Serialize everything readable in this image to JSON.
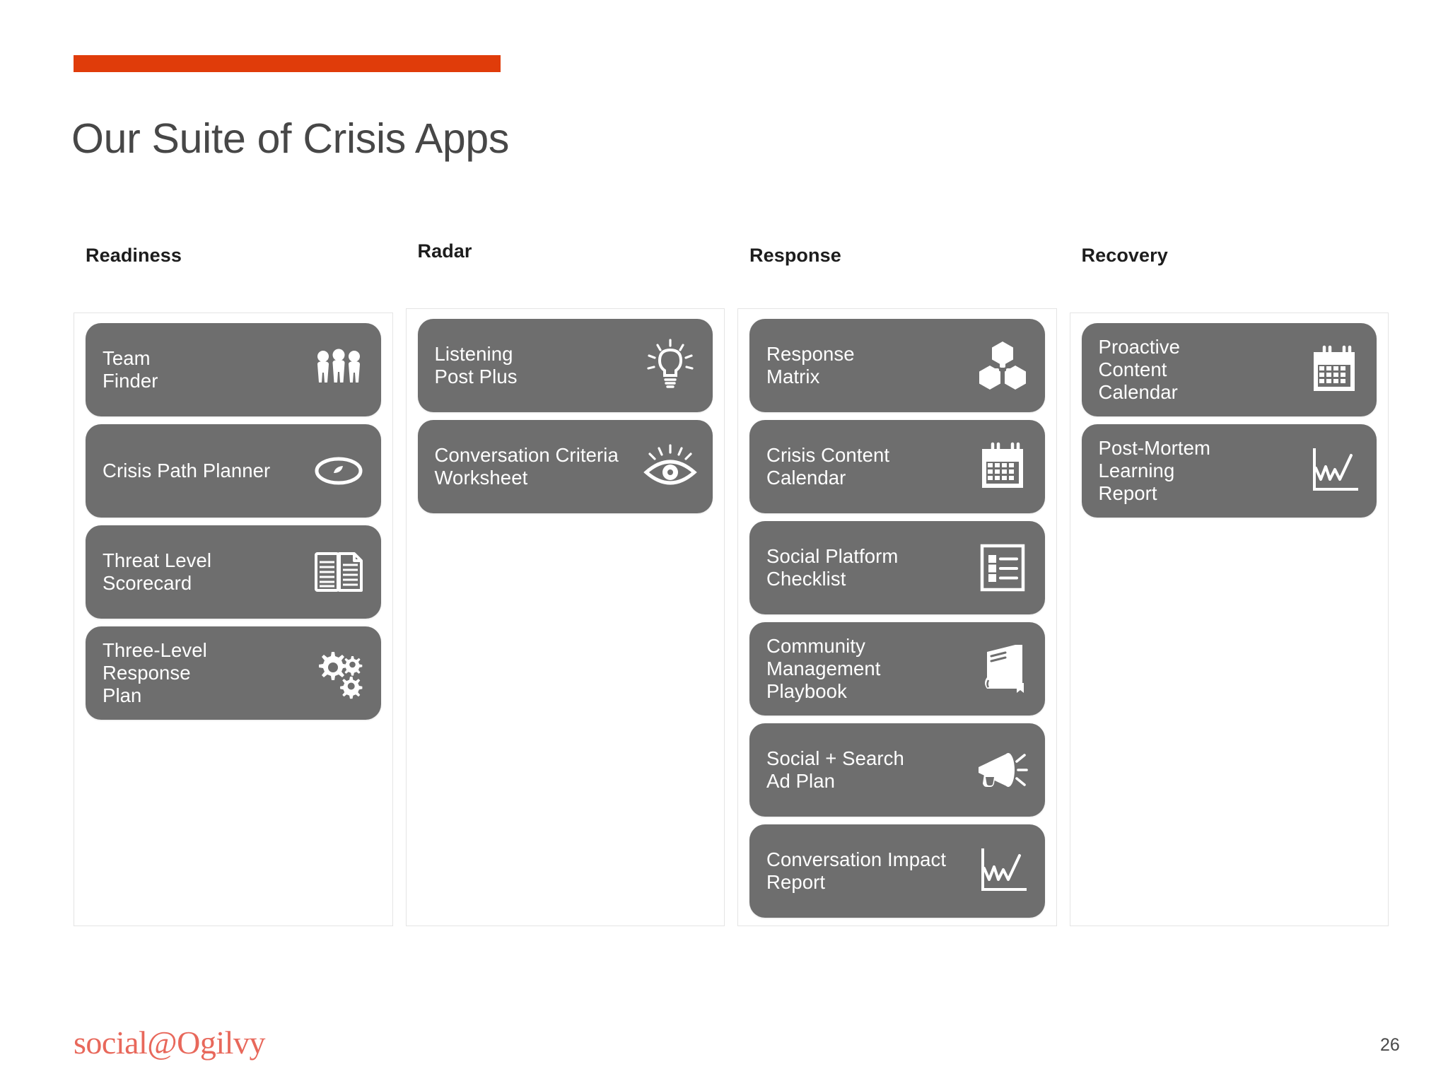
{
  "slide": {
    "title": "Our Suite of Crisis Apps",
    "page_number": "26",
    "footer_logo": "social@Ogilvy",
    "accent_color": "#e03c0a",
    "card_color": "#6e6e6e",
    "logo_color": "#e8685b"
  },
  "columns": [
    {
      "header": "Readiness",
      "cards": [
        {
          "label": "Team\nFinder",
          "icon": "people-group-icon"
        },
        {
          "label": "Crisis Path Planner",
          "icon": "compass-icon"
        },
        {
          "label": "Threat Level\nScorecard",
          "icon": "open-document-icon"
        },
        {
          "label": "Three-Level\nResponse\nPlan",
          "icon": "gears-icon"
        }
      ]
    },
    {
      "header": "Radar",
      "cards": [
        {
          "label": "Listening\nPost Plus",
          "icon": "lightbulb-icon"
        },
        {
          "label": "Conversation Criteria\nWorksheet",
          "icon": "eye-icon"
        }
      ]
    },
    {
      "header": "Response",
      "cards": [
        {
          "label": "Response\nMatrix",
          "icon": "hexagon-network-icon"
        },
        {
          "label": "Crisis Content\nCalendar",
          "icon": "calendar-icon"
        },
        {
          "label": "Social Platform\nChecklist",
          "icon": "checklist-icon"
        },
        {
          "label": "Community\nManagement\nPlaybook",
          "icon": "playbook-icon"
        },
        {
          "label": "Social + Search\nAd Plan",
          "icon": "megaphone-icon"
        },
        {
          "label": "Conversation Impact\nReport",
          "icon": "line-chart-icon"
        }
      ]
    },
    {
      "header": "Recovery",
      "cards": [
        {
          "label": "Proactive\nContent\nCalendar",
          "icon": "calendar-icon"
        },
        {
          "label": "Post-Mortem\nLearning\nReport",
          "icon": "line-chart-icon"
        }
      ]
    }
  ]
}
